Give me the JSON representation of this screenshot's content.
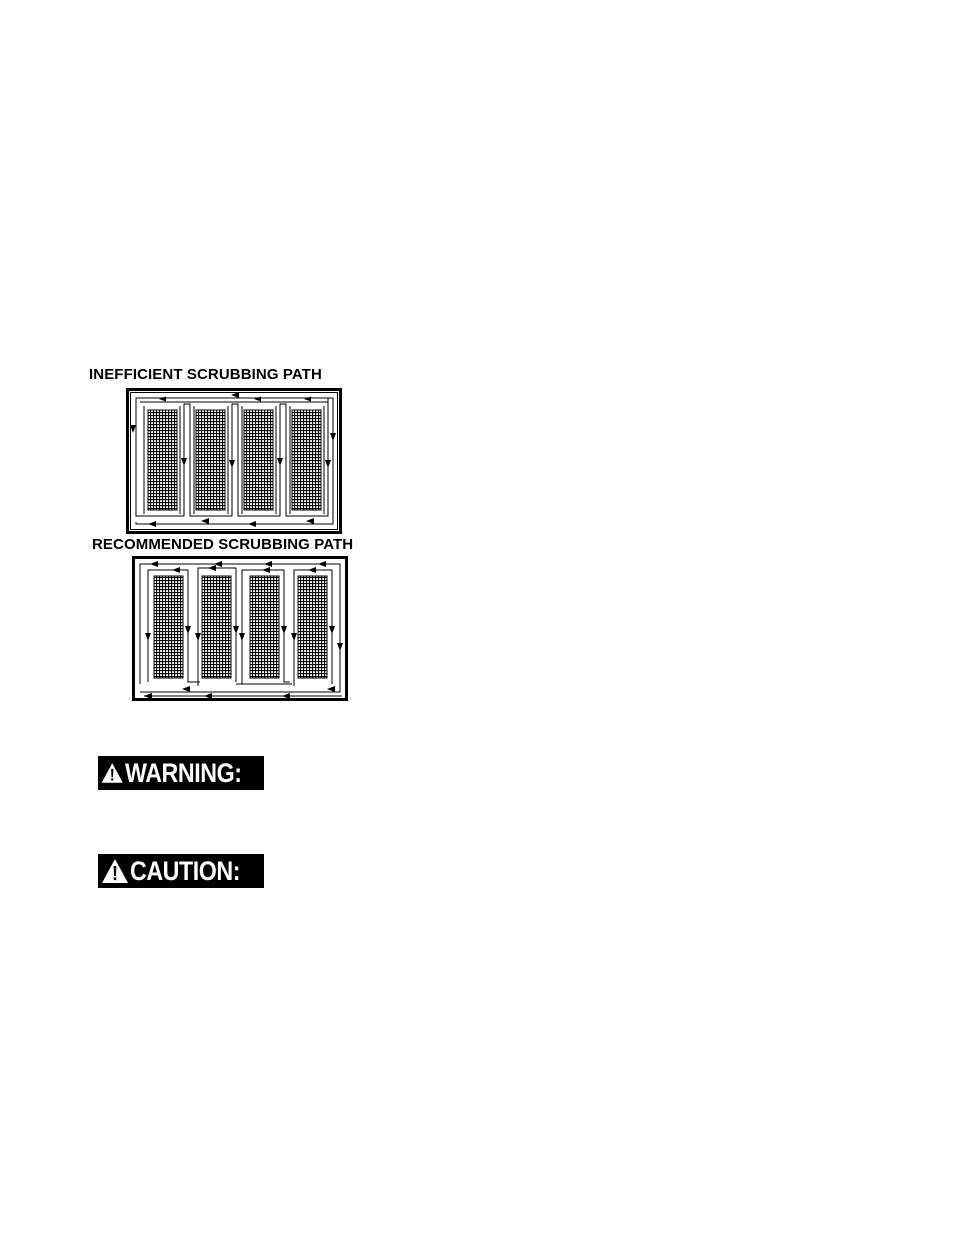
{
  "diagrams": {
    "inefficient": {
      "title": "INEFFICIENT SCRUBBING PATH"
    },
    "recommended": {
      "title": "RECOMMENDED SCRUBBING PATH"
    }
  },
  "notices": {
    "warning": {
      "label": "WARNING:",
      "icon": "warning-triangle-icon"
    },
    "caution": {
      "label": "CAUTION:",
      "icon": "warning-triangle-icon"
    }
  },
  "colors": {
    "ink": "#000000",
    "paper": "#ffffff"
  }
}
